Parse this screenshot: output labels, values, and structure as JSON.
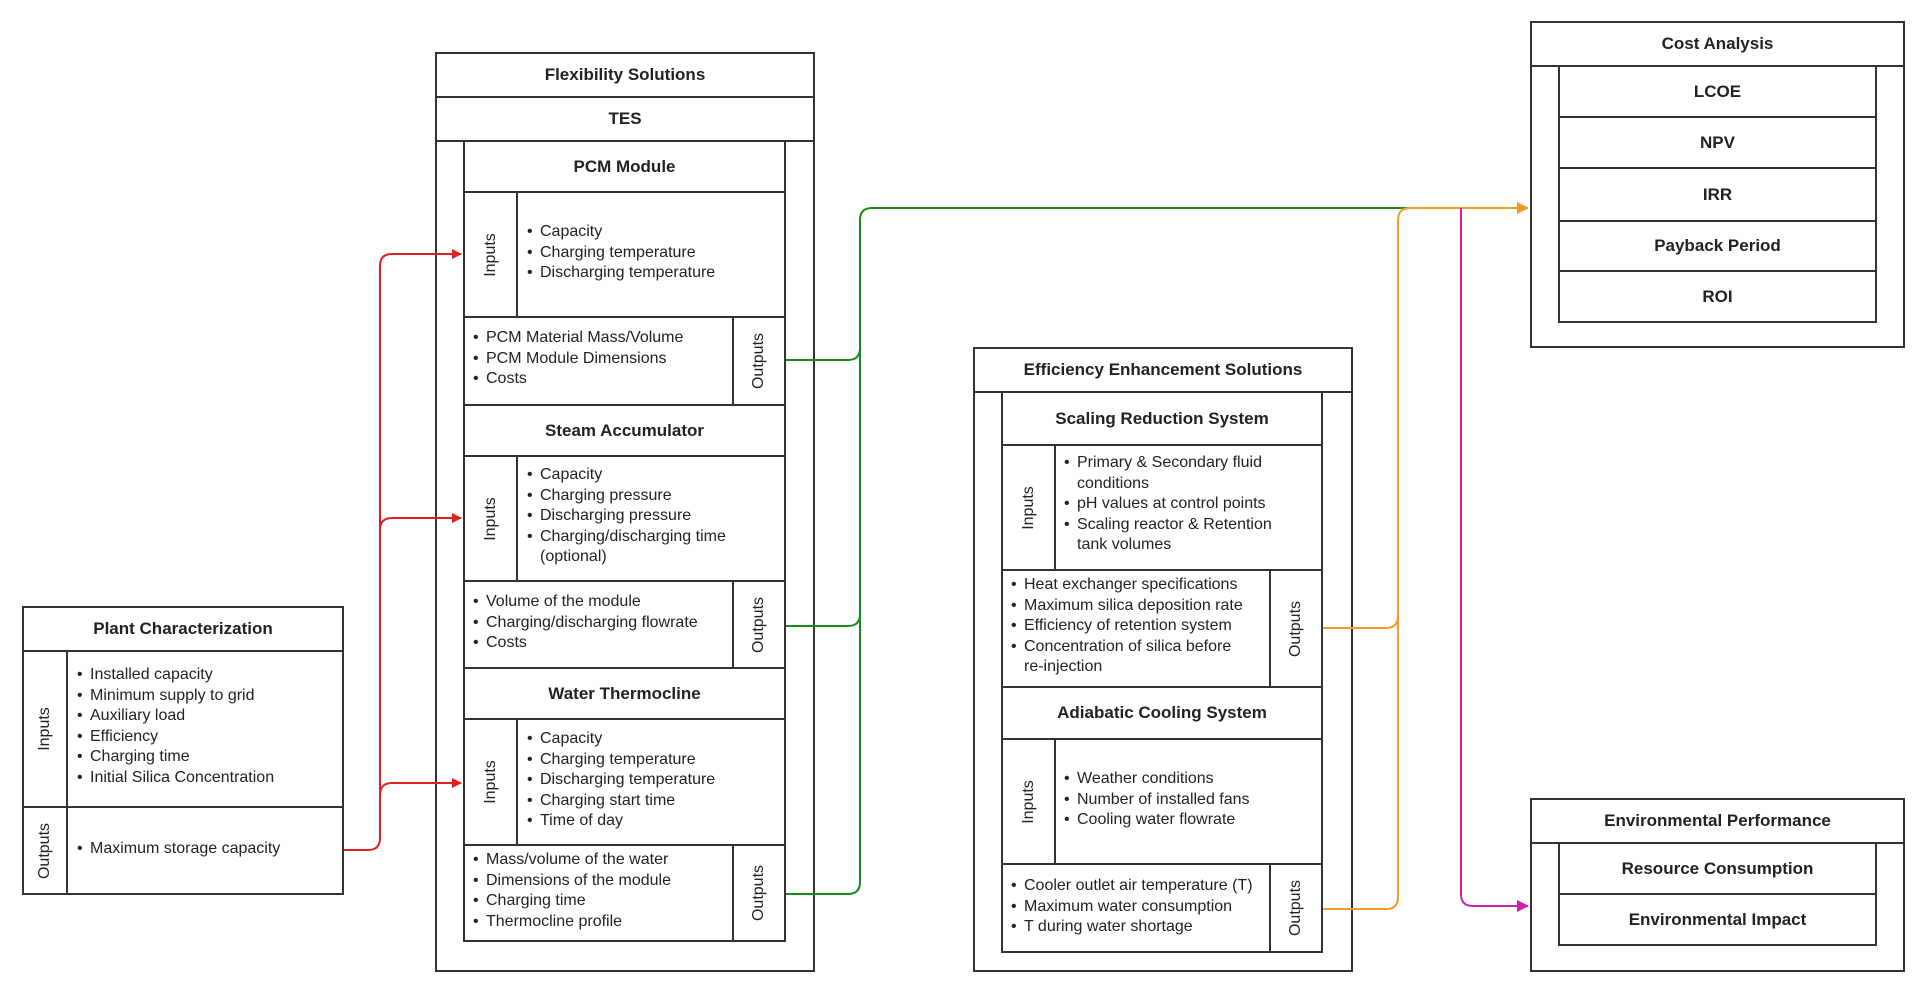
{
  "plant": {
    "title": "Plant Characterization",
    "inputs_label": "Inputs",
    "outputs_label": "Outputs",
    "inputs": [
      "Installed capacity",
      "Minimum supply to grid",
      "Auxiliary load",
      "Efficiency",
      "Charging time",
      "Initial Silica Concentration"
    ],
    "outputs": [
      "Maximum storage capacity"
    ]
  },
  "flex": {
    "title": "Flexibility Solutions",
    "subtitle": "TES",
    "pcm": {
      "title": "PCM Module",
      "inputs_label": "Inputs",
      "outputs_label": "Outputs",
      "inputs": [
        "Capacity",
        "Charging temperature",
        "Discharging temperature"
      ],
      "outputs": [
        "PCM Material Mass/Volume",
        "PCM Module Dimensions",
        "Costs"
      ]
    },
    "steam": {
      "title": "Steam Accumulator",
      "inputs_label": "Inputs",
      "outputs_label": "Outputs",
      "inputs": [
        "Capacity",
        "Charging pressure",
        "Discharging pressure",
        "Charging/discharging time",
        "(optional)"
      ],
      "outputs": [
        "Volume of the module",
        "Charging/discharging flowrate",
        "Costs"
      ]
    },
    "water": {
      "title": "Water Thermocline",
      "inputs_label": "Inputs",
      "outputs_label": "Outputs",
      "inputs": [
        "Capacity",
        "Charging temperature",
        "Discharging temperature",
        "Charging start time",
        "Time of day"
      ],
      "outputs": [
        "Mass/volume of the water",
        "Dimensions of the module",
        "Charging time",
        "Thermocline profile"
      ]
    }
  },
  "eff": {
    "title": "Efficiency Enhancement Solutions",
    "scaling": {
      "title": "Scaling Reduction System",
      "inputs_label": "Inputs",
      "outputs_label": "Outputs",
      "inputs": [
        "Primary & Secondary fluid",
        "conditions",
        "pH values at control points",
        "Scaling reactor & Retention",
        "tank volumes"
      ],
      "outputs": [
        "Heat exchanger specifications",
        "Maximum silica deposition rate",
        "Efficiency of retention system",
        "Concentration of silica before",
        "re-injection"
      ]
    },
    "cooling": {
      "title": "Adiabatic Cooling System",
      "inputs_label": "Inputs",
      "outputs_label": "Outputs",
      "inputs": [
        "Weather conditions",
        "Number of installed fans",
        "Cooling water flowrate"
      ],
      "outputs": [
        "Cooler outlet air temperature (T)",
        "Maximum water consumption",
        "T during water shortage"
      ]
    }
  },
  "cost": {
    "title": "Cost Analysis",
    "items": [
      "LCOE",
      "NPV",
      "IRR",
      "Payback Period",
      "ROI"
    ]
  },
  "env": {
    "title": "Environmental Performance",
    "items": [
      "Resource Consumption",
      "Environmental Impact"
    ]
  },
  "colors": {
    "plant_to_flex": "#e02020",
    "flex_to_cost": "#1a8a1a",
    "eff_to_cost": "#f39a2b",
    "to_env": "#d21fa8",
    "border": "#333333"
  }
}
